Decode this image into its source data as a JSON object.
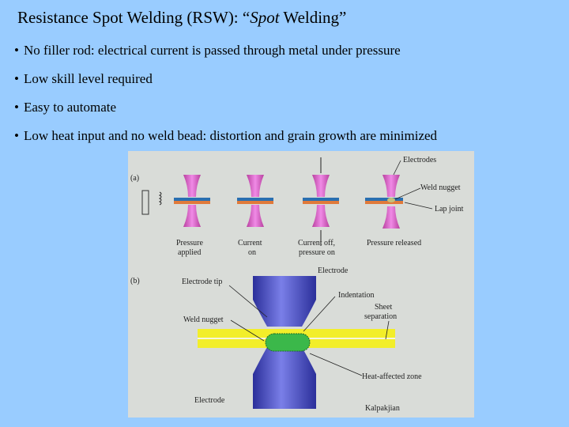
{
  "slide": {
    "title_prefix": "Resistance Spot Welding (RSW): “",
    "title_italic": "Spot",
    "title_suffix": " Welding”",
    "bullets": [
      "No filler rod: electrical current is passed through metal under pressure",
      "Low skill level required",
      "Easy to automate",
      "Low heat input and no weld bead: distortion and grain growth are minimized"
    ]
  },
  "figure": {
    "part_a": "(a)",
    "part_b": "(b)",
    "labels": {
      "electrodes": "Electrodes",
      "weld_nugget_a": "Weld nugget",
      "lap_joint": "Lap joint",
      "pressure_applied_1": "Pressure",
      "pressure_applied_2": "applied",
      "current_on_1": "Current",
      "current_on_2": "on",
      "current_off_1": "Current off,",
      "current_off_2": "pressure on",
      "pressure_released": "Pressure released",
      "electrode_top": "Electrode",
      "electrode_tip": "Electrode tip",
      "indentation": "Indentation",
      "weld_nugget_b": "Weld nugget",
      "sheet_sep_1": "Sheet",
      "sheet_sep_2": "separation",
      "haz": "Heat-affected zone",
      "electrode_bottom": "Electrode",
      "credit": "Kalpakjian"
    },
    "colors": {
      "electrode_a": "#d35fd0",
      "electrode_b": "#4a4fc8",
      "sheet": "#f2ee2a",
      "nugget": "#3bb84a"
    }
  }
}
